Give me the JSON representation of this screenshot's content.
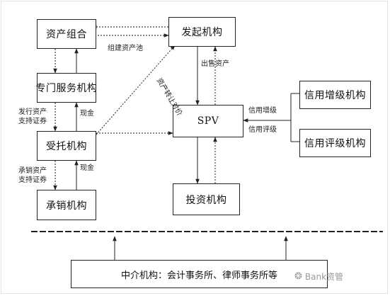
{
  "boxes": {
    "asset_pool": "资产组合",
    "originator": "发起机构",
    "spv_company": "专门服务机构",
    "spv": "SPV",
    "trustee": "受托机构",
    "credit_enhancement": "信用增级机构",
    "credit_rating": "信用评级机构",
    "underwriter": "承销机构",
    "investor": "投资机构",
    "intermediary": "中介机构：会计事务所、律师事务所等"
  },
  "labels": {
    "build_pool": "组建资产池",
    "issue_abs_1": "发行资产",
    "issue_abs_2": "支持证券",
    "cash_1": "现金",
    "cash_2": "现金",
    "underwrite_abs_1": "承销资产",
    "underwrite_abs_2": "支持证券",
    "sell_asset": "出售资产",
    "credit_enh": "信用增级",
    "credit_rate": "信用评级",
    "trust_diag": "资产转让对价"
  },
  "watermark": {
    "icon": "wechat-icon",
    "text": "Bank资管"
  },
  "colors": {
    "line": "#222222",
    "watermark": "#9a9a9a"
  }
}
